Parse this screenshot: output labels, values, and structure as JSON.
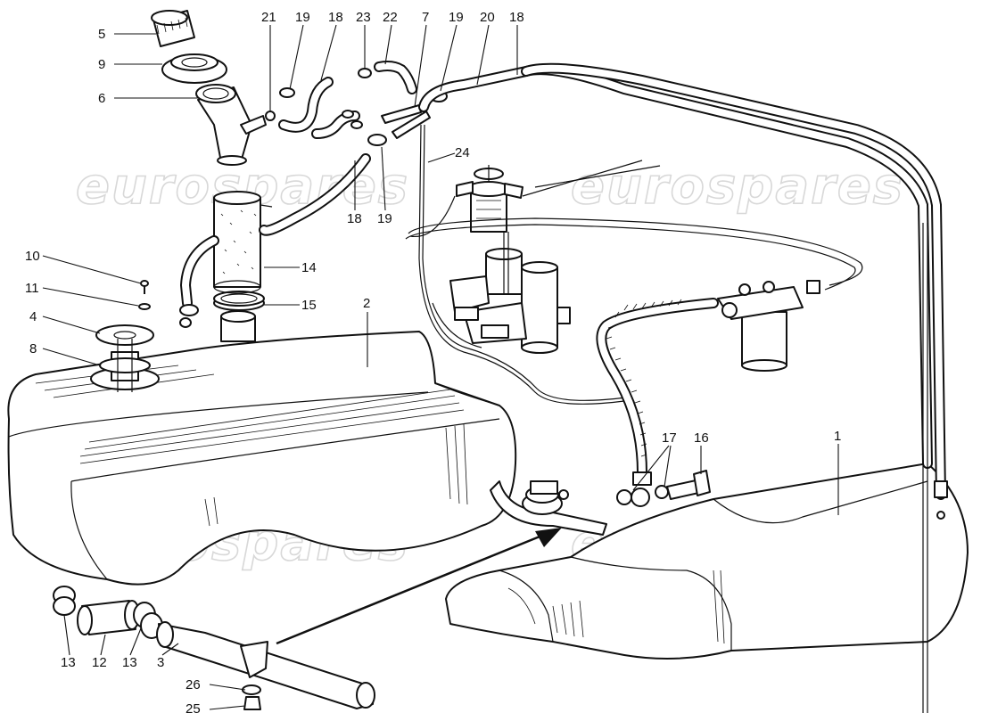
{
  "watermark": "eurospares",
  "callouts": [
    {
      "id": "c5",
      "text": "5"
    },
    {
      "id": "c9",
      "text": "9"
    },
    {
      "id": "c6",
      "text": "6"
    },
    {
      "id": "c21",
      "text": "21"
    },
    {
      "id": "c19a",
      "text": "19"
    },
    {
      "id": "c18a",
      "text": "18"
    },
    {
      "id": "c23",
      "text": "23"
    },
    {
      "id": "c22",
      "text": "22"
    },
    {
      "id": "c7",
      "text": "7"
    },
    {
      "id": "c19b",
      "text": "19"
    },
    {
      "id": "c20",
      "text": "20"
    },
    {
      "id": "c18b",
      "text": "18"
    },
    {
      "id": "c24",
      "text": "24"
    },
    {
      "id": "c18c",
      "text": "18"
    },
    {
      "id": "c19c",
      "text": "19"
    },
    {
      "id": "c10",
      "text": "10"
    },
    {
      "id": "c14",
      "text": "14"
    },
    {
      "id": "c11",
      "text": "11"
    },
    {
      "id": "c15",
      "text": "15"
    },
    {
      "id": "c2",
      "text": "2"
    },
    {
      "id": "c4",
      "text": "4"
    },
    {
      "id": "c8",
      "text": "8"
    },
    {
      "id": "c17",
      "text": "17"
    },
    {
      "id": "c16",
      "text": "16"
    },
    {
      "id": "c1",
      "text": "1"
    },
    {
      "id": "c13a",
      "text": "13"
    },
    {
      "id": "c12",
      "text": "12"
    },
    {
      "id": "c13b",
      "text": "13"
    },
    {
      "id": "c3",
      "text": "3"
    },
    {
      "id": "c26",
      "text": "26"
    },
    {
      "id": "c25",
      "text": "25"
    }
  ]
}
